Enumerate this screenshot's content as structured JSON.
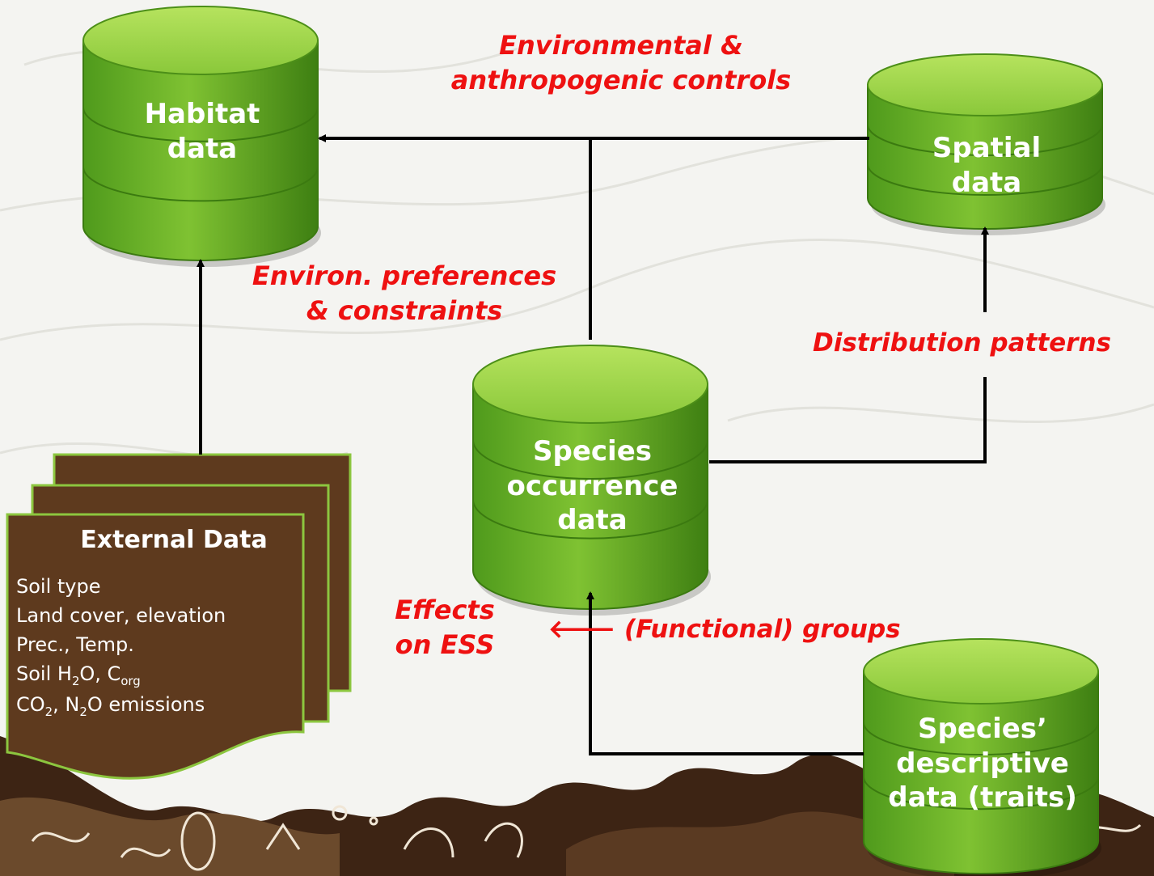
{
  "databases": {
    "habitat": {
      "line1": "Habitat",
      "line2": "data"
    },
    "spatial": {
      "line1": "Spatial",
      "line2": "data"
    },
    "occurrence": {
      "line1": "Species",
      "line2": "occurrence",
      "line3": "data"
    },
    "traits": {
      "line1": "Species’",
      "line2": "descriptive",
      "line3": "data (traits)"
    }
  },
  "relations": {
    "env_controls": {
      "line1": "Environmental &",
      "line2": "anthropogenic controls"
    },
    "env_prefs": {
      "line1": "Environ. preferences",
      "line2": "& constraints"
    },
    "distribution": "Distribution patterns",
    "effects": {
      "line1": "Effects",
      "line2": "on ESS"
    },
    "groups_arrow": "🡐",
    "groups": "(Functional) groups"
  },
  "external": {
    "title": "External Data",
    "items": {
      "soil_type": "Soil type",
      "land_cover": "Land cover, elevation",
      "prec_temp": "Prec., Temp.",
      "soil_prefix": "Soil H",
      "soil_h2o_sub": "2",
      "soil_mid": "O, C",
      "soil_corg_sub": "org",
      "co2_prefix": "CO",
      "co2_sub": "2",
      "co2_mid": ", N",
      "n2o_sub": "2",
      "co2_suffix": "O emissions"
    }
  },
  "colors": {
    "cylinder_top": "#9fd447",
    "cylinder_body": "#6cb126",
    "cylinder_dark": "#3f7d14",
    "document_fill": "#5e3a1e",
    "document_border": "#8cc63f",
    "relation_text": "#ee1111",
    "arrow": "#000000",
    "soil_band": "#3d2414"
  }
}
